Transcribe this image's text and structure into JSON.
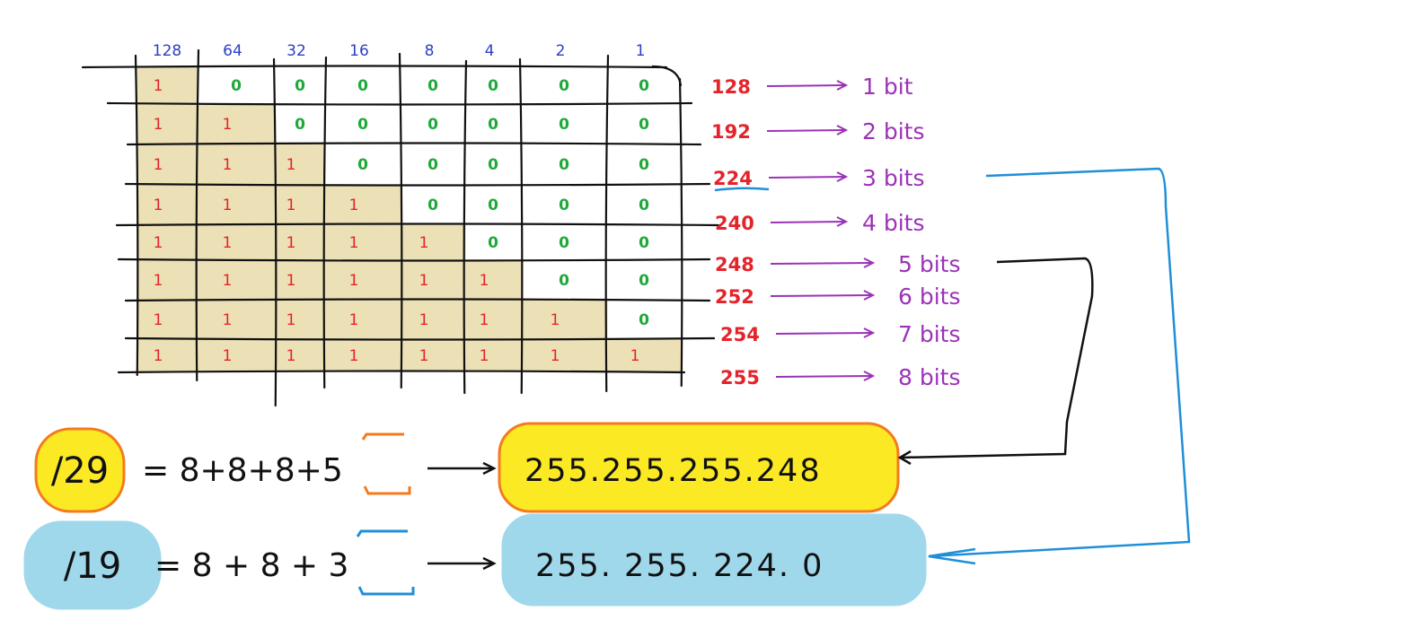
{
  "column_headers": [
    "128",
    "64",
    "32",
    "16",
    "8",
    "4",
    "2",
    "1"
  ],
  "rows": [
    {
      "cells": [
        "1",
        "0",
        "0",
        "0",
        "0",
        "0",
        "0",
        "0"
      ],
      "mask": "128",
      "bits": "1 bit"
    },
    {
      "cells": [
        "1",
        "1",
        "0",
        "0",
        "0",
        "0",
        "0",
        "0"
      ],
      "mask": "192",
      "bits": "2 bits"
    },
    {
      "cells": [
        "1",
        "1",
        "1",
        "0",
        "0",
        "0",
        "0",
        "0"
      ],
      "mask": "224",
      "bits": "3 bits"
    },
    {
      "cells": [
        "1",
        "1",
        "1",
        "1",
        "0",
        "0",
        "0",
        "0"
      ],
      "mask": "240",
      "bits": "4 bits"
    },
    {
      "cells": [
        "1",
        "1",
        "1",
        "1",
        "1",
        "0",
        "0",
        "0"
      ],
      "mask": "248",
      "bits": "5 bits"
    },
    {
      "cells": [
        "1",
        "1",
        "1",
        "1",
        "1",
        "1",
        "0",
        "0"
      ],
      "mask": "252",
      "bits": "6 bits"
    },
    {
      "cells": [
        "1",
        "1",
        "1",
        "1",
        "1",
        "1",
        "1",
        "0"
      ],
      "mask": "254",
      "bits": "7 bits"
    },
    {
      "cells": [
        "1",
        "1",
        "1",
        "1",
        "1",
        "1",
        "1",
        "1"
      ],
      "mask": "255",
      "bits": "8 bits"
    }
  ],
  "examples": [
    {
      "prefix": "/29",
      "equation": "= 8+8+8+5",
      "result": "255.255.255.248",
      "fill_color": "#fbe924",
      "border_color": "#f47a1f",
      "bracket_color": "#f47a1f",
      "link_row": 4,
      "link_color": "#111111"
    },
    {
      "prefix": "/19",
      "equation": "= 8 + 8 + 3",
      "result": "255. 255. 224. 0",
      "fill_color": "#9fd8ea",
      "border_color": "#9fd8ea",
      "bracket_color": "#1f8fd8",
      "link_row": 2,
      "link_color": "#1f8fd8"
    }
  ],
  "colors": {
    "filled_cell": "#ece0b6",
    "one": "#e4232b",
    "zero": "#1fa83a",
    "header": "#2b3fc4",
    "mask": "#e4232b",
    "bits": "#9b33b7",
    "arrow": "#9b33b7",
    "mask_underline": "#1f8fd8"
  }
}
